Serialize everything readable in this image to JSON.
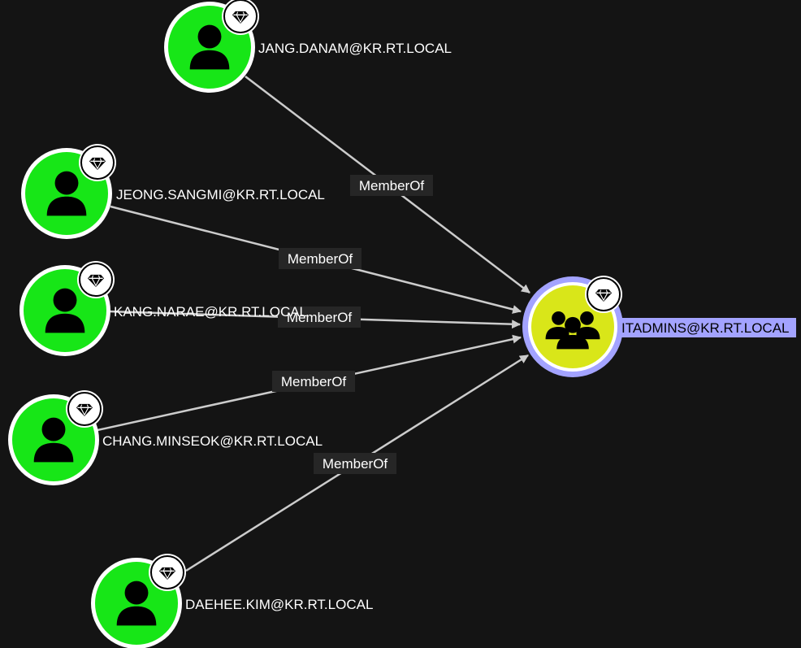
{
  "colors": {
    "background": "#141414",
    "user_node": "#17e617",
    "group_node": "#d9e619",
    "selected_ring": "#a3a3ff",
    "edge": "#cccccc",
    "edge_label_bg": "#262626"
  },
  "icons": {
    "user": "user-icon",
    "group": "users-group-icon",
    "tier_zero": "diamond-gem-icon"
  },
  "nodes": [
    {
      "id": "jang",
      "label": "JANG.DANAM@KR.RT.LOCAL",
      "kind": "user",
      "tier_zero": true
    },
    {
      "id": "jeong",
      "label": "JEONG.SANGMI@KR.RT.LOCAL",
      "kind": "user",
      "tier_zero": true
    },
    {
      "id": "kang",
      "label": "KANG.NARAE@KR.RT.LOCAL",
      "kind": "user",
      "tier_zero": true
    },
    {
      "id": "chang",
      "label": "CHANG.MINSEOK@KR.RT.LOCAL",
      "kind": "user",
      "tier_zero": true
    },
    {
      "id": "daehee",
      "label": "DAEHEE.KIM@KR.RT.LOCAL",
      "kind": "user",
      "tier_zero": true
    },
    {
      "id": "itadmins",
      "label": "ITADMINS@KR.RT.LOCAL",
      "kind": "group",
      "tier_zero": true,
      "selected": true
    }
  ],
  "edges": [
    {
      "from": "jang",
      "to": "itadmins",
      "label": "MemberOf"
    },
    {
      "from": "jeong",
      "to": "itadmins",
      "label": "MemberOf"
    },
    {
      "from": "kang",
      "to": "itadmins",
      "label": "MemberOf"
    },
    {
      "from": "chang",
      "to": "itadmins",
      "label": "MemberOf"
    },
    {
      "from": "daehee",
      "to": "itadmins",
      "label": "MemberOf"
    }
  ]
}
